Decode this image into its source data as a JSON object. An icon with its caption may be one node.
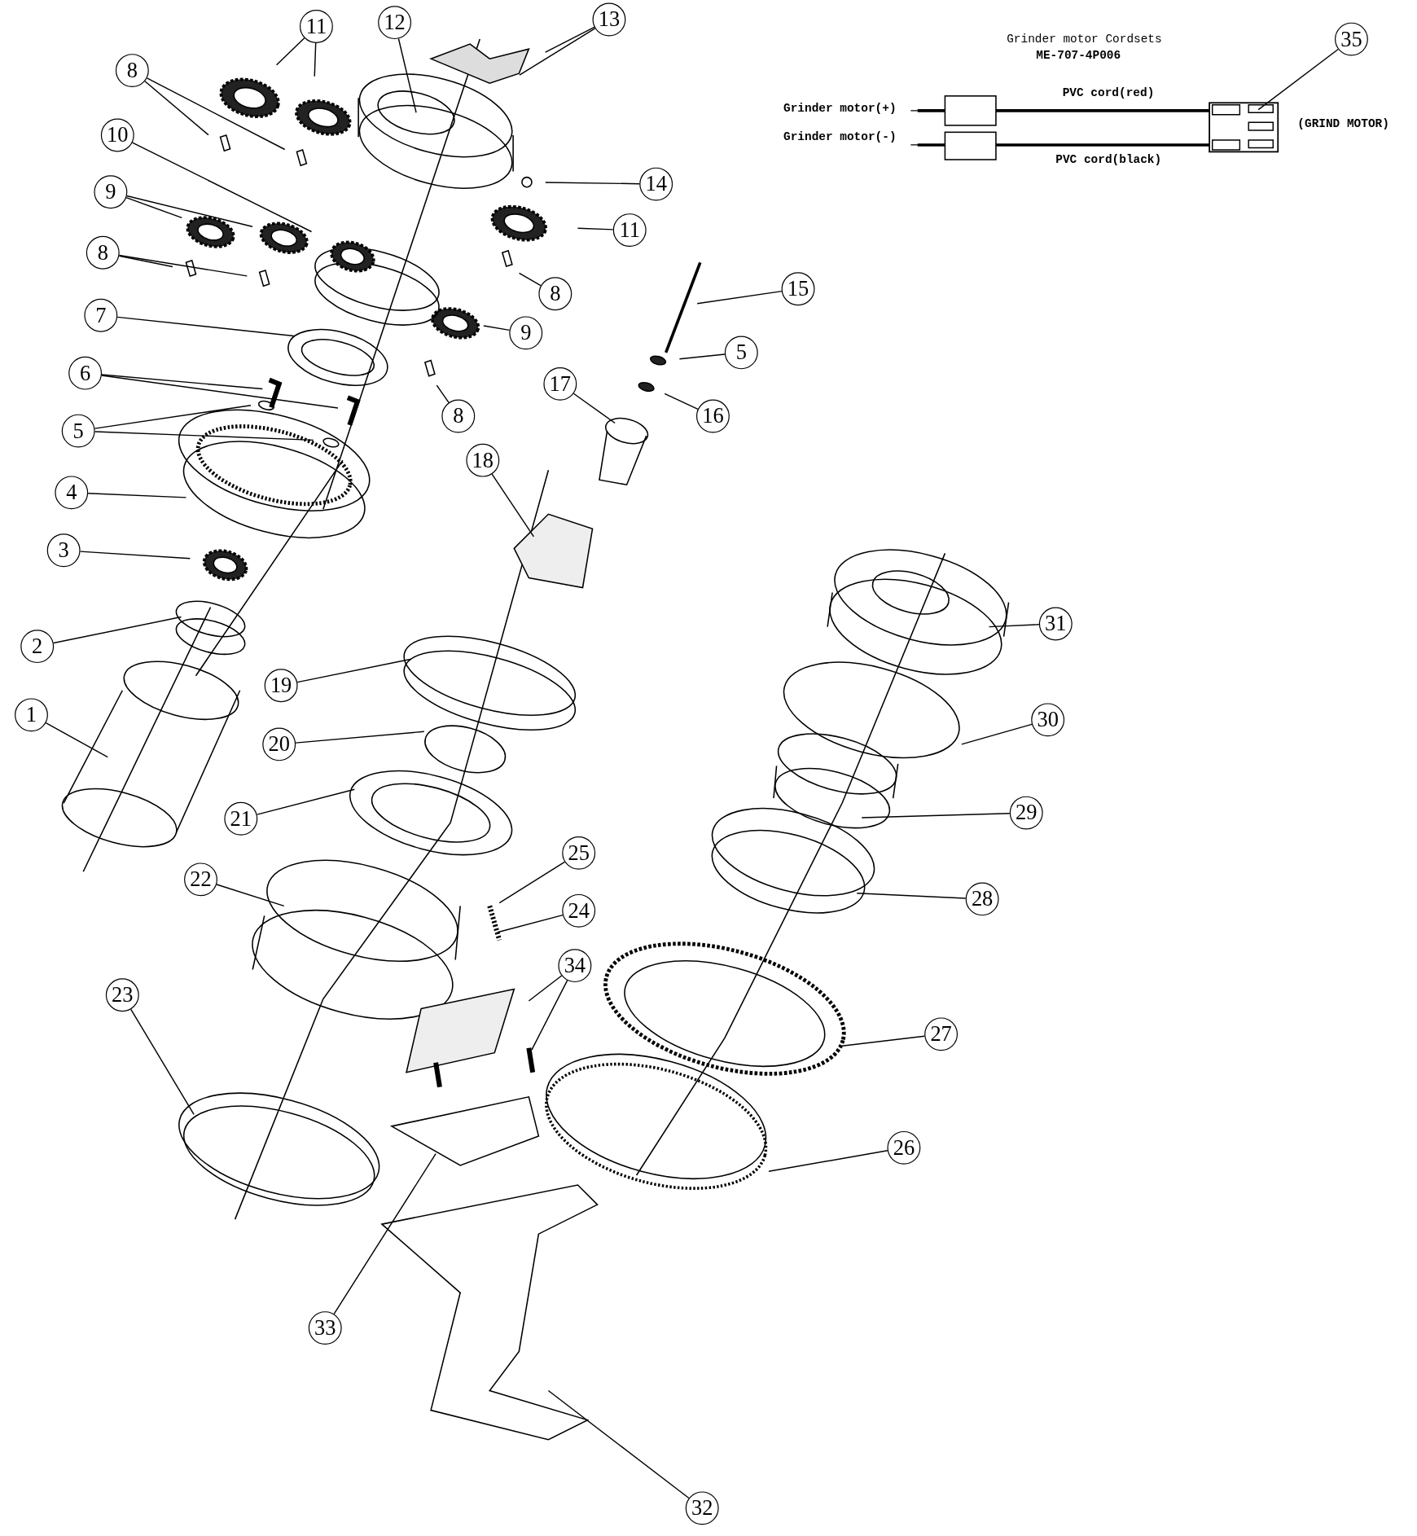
{
  "diagram": {
    "nodes": [
      {
        "text": [
          "1"
        ]
      },
      {
        "text": [
          "2"
        ]
      },
      {
        "text": [
          "3"
        ]
      },
      {
        "text": [
          "4"
        ]
      },
      {
        "text": [
          "5"
        ]
      },
      {
        "text": [
          "6"
        ]
      },
      {
        "text": [
          "7"
        ]
      },
      {
        "text": [
          "8"
        ]
      },
      {
        "text": [
          "9"
        ]
      },
      {
        "text": [
          "10"
        ]
      },
      {
        "text": [
          "11"
        ]
      },
      {
        "text": [
          "12"
        ]
      },
      {
        "text": [
          "13"
        ]
      },
      {
        "text": [
          "14"
        ]
      },
      {
        "text": [
          "11"
        ]
      },
      {
        "text": [
          "8"
        ]
      },
      {
        "text": [
          "8"
        ]
      },
      {
        "text": [
          "9"
        ]
      },
      {
        "text": [
          "8"
        ]
      },
      {
        "text": [
          "15"
        ]
      },
      {
        "text": [
          "5"
        ]
      },
      {
        "text": [
          "16"
        ]
      },
      {
        "text": [
          "17"
        ]
      },
      {
        "text": [
          "18"
        ]
      },
      {
        "text": [
          "19"
        ]
      },
      {
        "text": [
          "20"
        ]
      },
      {
        "text": [
          "21"
        ]
      },
      {
        "text": [
          "22"
        ]
      },
      {
        "text": [
          "23"
        ]
      },
      {
        "text": [
          "24"
        ]
      },
      {
        "text": [
          "25"
        ]
      },
      {
        "text": [
          "34"
        ]
      },
      {
        "text": [
          "26"
        ]
      },
      {
        "text": [
          "27"
        ]
      },
      {
        "text": [
          "28"
        ]
      },
      {
        "text": [
          "29"
        ]
      },
      {
        "text": [
          "30"
        ]
      },
      {
        "text": [
          "31"
        ]
      },
      {
        "text": [
          "32"
        ]
      },
      {
        "text": [
          "33"
        ]
      },
      {
        "text": [
          "35"
        ]
      }
    ],
    "edges": [
      {
        "from": 0,
        "to": null,
        "arrow": "none"
      },
      {
        "from": 1,
        "to": null,
        "arrow": "none"
      },
      {
        "from": 2,
        "to": null,
        "arrow": "none"
      },
      {
        "from": 3,
        "to": null,
        "arrow": "none"
      },
      {
        "from": 4,
        "to": null,
        "arrow": "none"
      },
      {
        "from": 4,
        "to": null,
        "arrow": "none"
      },
      {
        "from": 5,
        "to": null,
        "arrow": "none"
      },
      {
        "from": 5,
        "to": null,
        "arrow": "none"
      },
      {
        "from": 6,
        "to": null,
        "arrow": "none"
      },
      {
        "from": 7,
        "to": null,
        "arrow": "none"
      },
      {
        "from": 7,
        "to": null,
        "arrow": "none"
      },
      {
        "from": 8,
        "to": null,
        "arrow": "none"
      },
      {
        "from": 8,
        "to": null,
        "arrow": "none"
      },
      {
        "from": 9,
        "to": null,
        "arrow": "none"
      },
      {
        "from": 10,
        "to": null,
        "arrow": "none"
      },
      {
        "from": 10,
        "to": null,
        "arrow": "none"
      },
      {
        "from": 11,
        "to": null,
        "arrow": "none"
      },
      {
        "from": 12,
        "to": null,
        "arrow": "none"
      },
      {
        "from": 12,
        "to": null,
        "arrow": "none"
      },
      {
        "from": 13,
        "to": null,
        "arrow": "none"
      },
      {
        "from": 14,
        "to": null,
        "arrow": "none"
      },
      {
        "from": 15,
        "to": null,
        "arrow": "none"
      },
      {
        "from": 15,
        "to": null,
        "arrow": "none"
      },
      {
        "from": 16,
        "to": null,
        "arrow": "none"
      },
      {
        "from": 17,
        "to": null,
        "arrow": "none"
      },
      {
        "from": 18,
        "to": null,
        "arrow": "none"
      },
      {
        "from": 19,
        "to": null,
        "arrow": "none"
      },
      {
        "from": 20,
        "to": null,
        "arrow": "none"
      },
      {
        "from": 21,
        "to": null,
        "arrow": "none"
      },
      {
        "from": 22,
        "to": null,
        "arrow": "none"
      },
      {
        "from": 23,
        "to": null,
        "arrow": "none"
      },
      {
        "from": 24,
        "to": null,
        "arrow": "none"
      },
      {
        "from": 25,
        "to": null,
        "arrow": "none"
      },
      {
        "from": 26,
        "to": null,
        "arrow": "none"
      },
      {
        "from": 27,
        "to": null,
        "arrow": "none"
      },
      {
        "from": 28,
        "to": null,
        "arrow": "none"
      },
      {
        "from": 29,
        "to": null,
        "arrow": "none"
      },
      {
        "from": 30,
        "to": null,
        "arrow": "none"
      },
      {
        "from": 31,
        "to": null,
        "arrow": "none"
      },
      {
        "from": 31,
        "to": null,
        "arrow": "none"
      },
      {
        "from": 32,
        "to": null,
        "arrow": "none"
      },
      {
        "from": 33,
        "to": null,
        "arrow": "none"
      },
      {
        "from": 34,
        "to": null,
        "arrow": "none"
      },
      {
        "from": 35,
        "to": null,
        "arrow": "none"
      },
      {
        "from": 36,
        "to": null,
        "arrow": "none"
      },
      {
        "from": 37,
        "to": null,
        "arrow": "none"
      },
      {
        "from": 38,
        "to": null,
        "arrow": "none"
      },
      {
        "from": 39,
        "to": null,
        "arrow": "none"
      },
      {
        "from": 40,
        "to": null,
        "arrow": "none"
      }
    ],
    "labels": [
      "Grinder motor Cordsets",
      "ME-707-4P006",
      "PVC cord(red)",
      "Grinder motor(+)",
      "(GRIND MOTOR)",
      "Grinder motor(-)",
      "PVC cord(black)"
    ]
  }
}
